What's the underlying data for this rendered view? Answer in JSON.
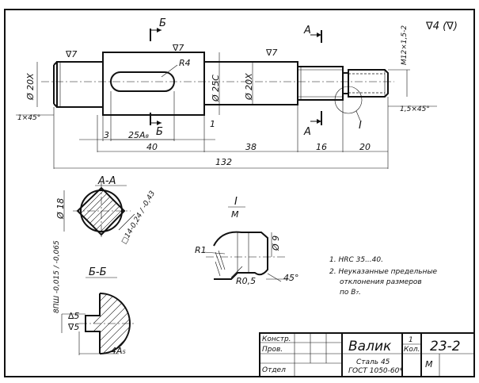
{
  "roughness_general": "∇4 (∇)",
  "roughness_local": "∇7",
  "section_marks": {
    "A": "A",
    "B": "Б"
  },
  "dims": {
    "d20_left": "Ø 20X",
    "d25": "Ø 25С",
    "d20_right": "Ø 20X",
    "thread": "M12×1,5-2",
    "chamfer_left": "1×45°",
    "chamfer_right": "1,5×45°",
    "r4": "R4",
    "d3": "3",
    "d25A": "25А₈",
    "d1": "1",
    "d40": "40",
    "d38": "38",
    "d16": "16",
    "d20": "20",
    "d132": "132"
  },
  "view_AA": {
    "title": "А-А",
    "d18": "Ø 18",
    "square": "□14-0,24 / -0,43"
  },
  "detail_I": {
    "label": "I",
    "scale": "М",
    "r1": "R1",
    "r05": "R0,5",
    "d9": "Ø 9",
    "angle": "45°"
  },
  "view_BB": {
    "title": "Б-Б",
    "tol": "8ПШ -0,015 / -0,065",
    "tri1": "∆5",
    "tri2": "∇5",
    "dim": "4А₅"
  },
  "notes": [
    "1.  HRC 35...40.",
    "2.  Неуказанные предельные",
    "отклонения размеров",
    "по В₇."
  ],
  "title_block": {
    "row1_label": "Констр.",
    "row2_label": "Пров.",
    "row3_label": "Отдел",
    "part_name": "Валик",
    "qty_label": "1",
    "qty_sub": "Кол.",
    "code": "23-2",
    "material_line1": "Сталь 45",
    "material_line2": "ГОСТ 1050-60*",
    "scale_letter": "М"
  }
}
